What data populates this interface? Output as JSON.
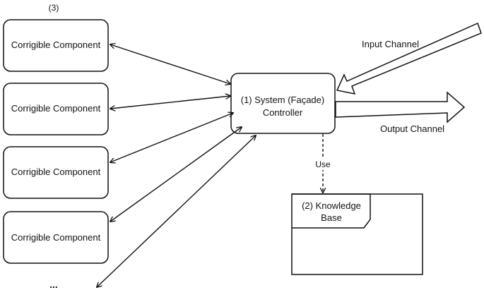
{
  "diagram": {
    "components_group_label": "(3)",
    "components": [
      {
        "label": "Corrigible Component"
      },
      {
        "label": "Corrigible Component"
      },
      {
        "label": "Corrigible Component"
      },
      {
        "label": "Corrigible Component"
      }
    ],
    "more_components": "...",
    "controller": {
      "line1": "(1) System (Façade)",
      "line2": "Controller"
    },
    "input_channel": "Input Channel",
    "output_channel": "Output Channel",
    "use_label": "Use",
    "knowledge_base": {
      "line1": "(2) Knowledge",
      "line2": "Base"
    },
    "colors": {
      "stroke": "#111111",
      "background": "#ffffff"
    }
  }
}
